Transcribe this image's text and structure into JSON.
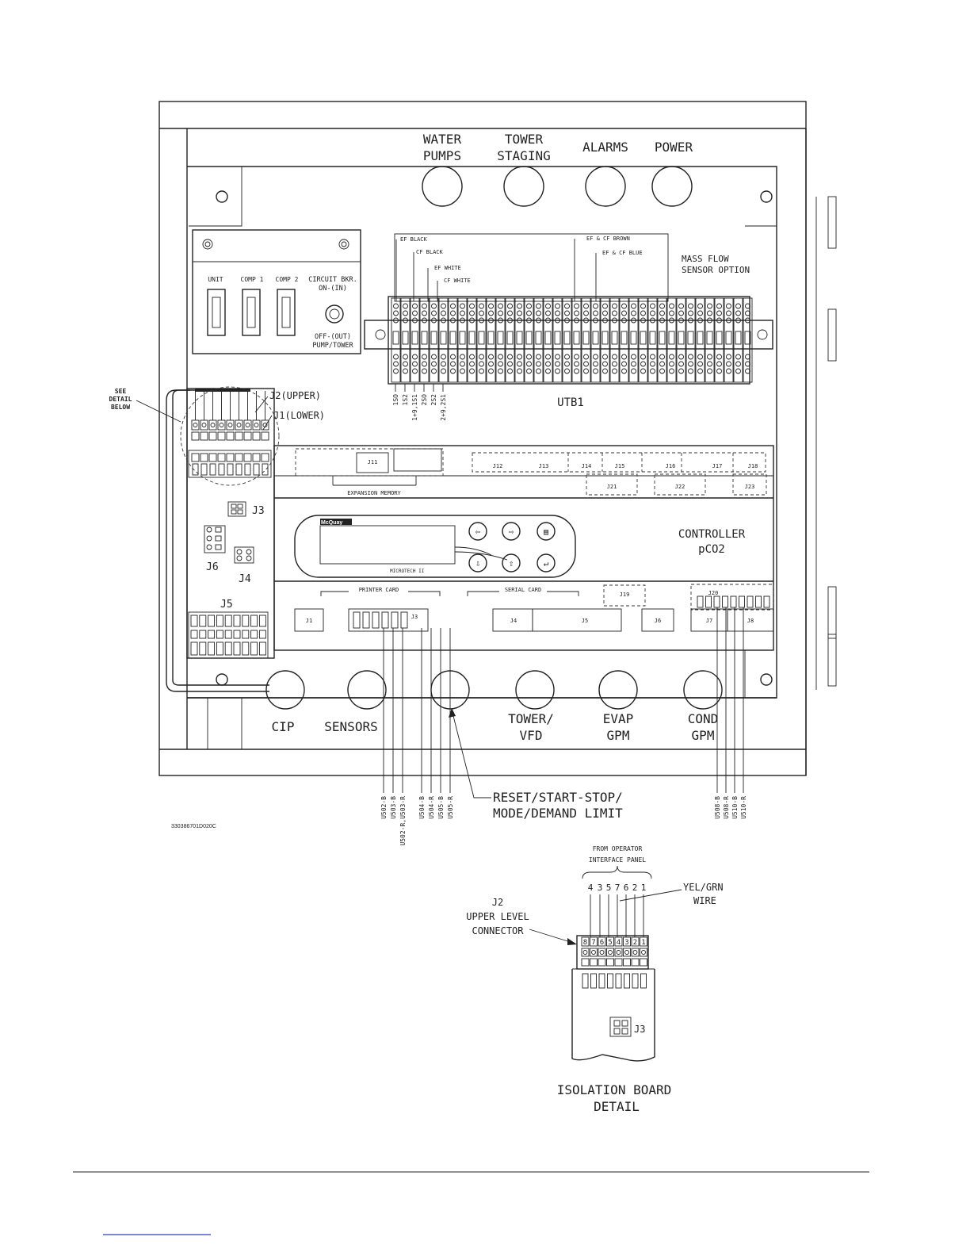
{
  "panel": {
    "top_labels": [
      {
        "id": "water-pumps",
        "lines": [
          "WATER",
          "PUMPS"
        ]
      },
      {
        "id": "tower-staging",
        "lines": [
          "TOWER",
          "STAGING"
        ]
      },
      {
        "id": "alarms",
        "lines": [
          "ALARMS"
        ]
      },
      {
        "id": "power",
        "lines": [
          "POWER"
        ]
      }
    ],
    "bottom_labels": [
      {
        "id": "cip",
        "lines": [
          "CIP"
        ]
      },
      {
        "id": "sensors",
        "lines": [
          "SENSORS"
        ]
      },
      {
        "id": "tower-vfd",
        "lines": [
          "TOWER/",
          "VFD"
        ]
      },
      {
        "id": "evap-gpm",
        "lines": [
          "EVAP",
          "GPM"
        ]
      },
      {
        "id": "cond-gpm",
        "lines": [
          "COND",
          "GPM"
        ]
      }
    ],
    "switches": {
      "labels": [
        "UNIT",
        "COMP 1",
        "COMP 2"
      ],
      "circuit_breaker": [
        "CIRCUIT BKR.",
        "ON-(IN)"
      ],
      "pump_tower": [
        "OFF-(OUT)",
        "PUMP/TOWER"
      ]
    },
    "wire_labels": [
      "EF BLACK",
      "CF BLACK",
      "EF WHITE",
      "CF WHITE",
      "EF & CF BROWN",
      "EF & CF BLUE"
    ],
    "mass_flow": [
      "MASS FLOW",
      "SENSOR OPTION"
    ],
    "terminal_strip_label": "UTB1",
    "strip_bottom_labels": [
      "1SO",
      "1S2",
      "1+9,1S1",
      "2SO",
      "2S2",
      "2+9,2S1"
    ],
    "controller": {
      "title": "CONTROLLER",
      "model": "pCO2",
      "brand": "McQuay",
      "display_caption": "MICROTECH II",
      "expansion_memory": "EXPANSION MEMORY",
      "printer_card": "PRINTER CARD",
      "serial_card": "SERIAL CARD",
      "top_connectors": [
        "J11",
        "J12",
        "J13",
        "J14",
        "J15",
        "J16",
        "J17",
        "J18"
      ],
      "second_row_connectors": [
        "J21",
        "J22",
        "J23"
      ],
      "bottom_connectors": [
        "J1",
        "J3",
        "J4",
        "J5",
        "J6",
        "J7",
        "J8"
      ],
      "upper_bottom_connectors": [
        "J19",
        "J20"
      ]
    },
    "isolation_labels": {
      "j2": "J2(UPPER)",
      "j1": "J1(LOWER)",
      "j3": "J3",
      "j4": "J4",
      "j5": "J5",
      "j6": "J6"
    },
    "see_detail": [
      "SEE",
      "DETAIL",
      "BELOW"
    ],
    "reset_label": [
      "RESET/START-STOP/",
      "MODE/DEMAND LIMIT"
    ],
    "wires_left": [
      "U502-B",
      "U503-B",
      "U502-R,U503-R",
      "U504-B",
      "U504-R",
      "U505-B",
      "U505-R"
    ],
    "wires_right": [
      "U508-B",
      "U508-R",
      "U510-B",
      "U510-R"
    ],
    "drawing_number": "330386701D020C"
  },
  "detail": {
    "header": [
      "FROM OPERATOR",
      "INTERFACE PANEL"
    ],
    "wire_numbers": [
      "4",
      "3",
      "5",
      "7",
      "6",
      "2",
      "1"
    ],
    "wire_note": [
      "YEL/GRN",
      "WIRE"
    ],
    "connector_label": [
      "J2",
      "UPPER LEVEL",
      "CONNECTOR"
    ],
    "pin_numbers": [
      "8",
      "7",
      "6",
      "5",
      "4",
      "3",
      "2",
      "1"
    ],
    "j3": "J3",
    "title": [
      "ISOLATION BOARD",
      "DETAIL"
    ]
  },
  "colors": {
    "line": "#222222",
    "background": "#ffffff",
    "footer_link": "#2a3fbf"
  }
}
